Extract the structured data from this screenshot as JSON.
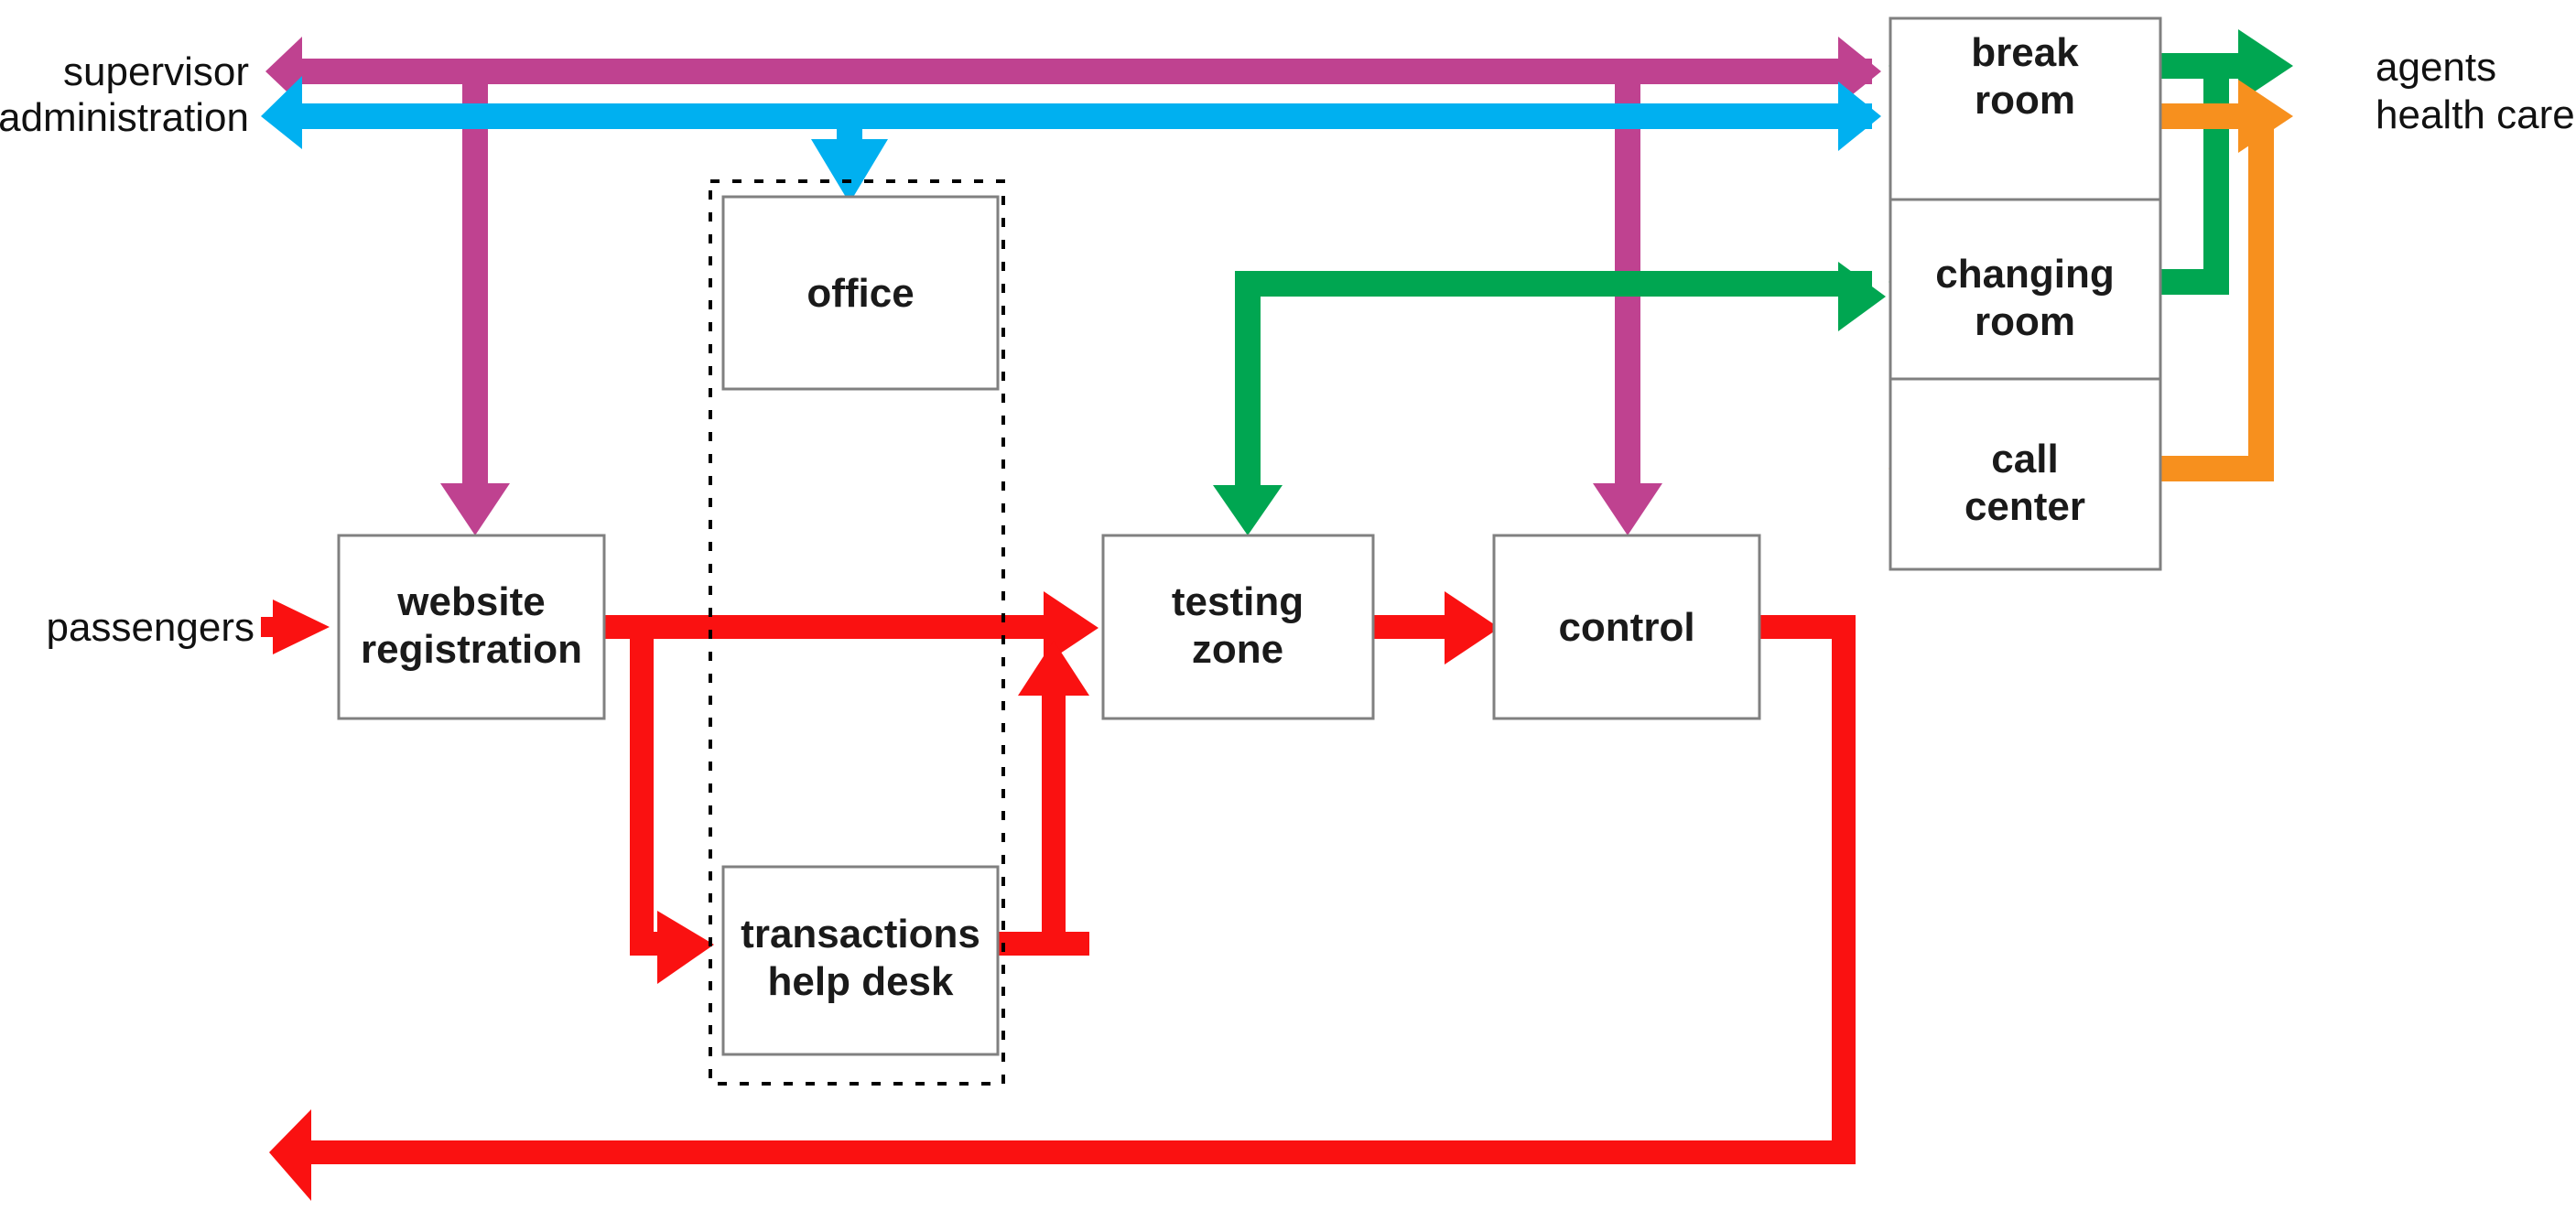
{
  "diagram": {
    "title": "airport passenger testing process flow",
    "background": "#ffffff",
    "colors": {
      "magenta": "#BF4290",
      "blue": "#00B0F0",
      "green": "#00A651",
      "orange": "#F7901E",
      "red": "#FA1111",
      "box_stroke": "#808080",
      "group_stroke": "#000000",
      "text": "#1a1a1a"
    },
    "nodes": [
      {
        "id": "website-registration",
        "label_line1": "website",
        "label_line2": "registration"
      },
      {
        "id": "office",
        "label_line1": "office",
        "label_line2": ""
      },
      {
        "id": "transactions-help-desk",
        "label_line1": "transactions",
        "label_line2": "help desk"
      },
      {
        "id": "testing-zone",
        "label_line1": "testing",
        "label_line2": "zone"
      },
      {
        "id": "control",
        "label_line1": "control",
        "label_line2": ""
      },
      {
        "id": "break-room",
        "label_line1": "break",
        "label_line2": "room"
      },
      {
        "id": "changing-room",
        "label_line1": "changing",
        "label_line2": "room"
      },
      {
        "id": "call-center",
        "label_line1": "call",
        "label_line2": "center"
      }
    ],
    "external_labels": [
      {
        "id": "supervisor",
        "text": "supervisor"
      },
      {
        "id": "administration",
        "text": "administration"
      },
      {
        "id": "passengers",
        "text": "passengers"
      },
      {
        "id": "agents",
        "text": "agents"
      },
      {
        "id": "health-care",
        "text": "health care"
      }
    ],
    "flows": [
      {
        "id": "supervisor-flow",
        "color": "#BF4290",
        "from": "break room / control / website registration",
        "to": "supervisor"
      },
      {
        "id": "administration-flow",
        "color": "#00B0F0",
        "from": "break room",
        "to": "administration / office"
      },
      {
        "id": "passenger-flow",
        "color": "#FA1111",
        "from": "passengers",
        "to": "website registration / transactions help desk / testing zone / control"
      },
      {
        "id": "agents-flow",
        "color": "#00A651",
        "from": "agents",
        "to": "break room / changing room / testing zone"
      },
      {
        "id": "health-care-flow",
        "color": "#F7901E",
        "from": "health care",
        "to": "break room / call center"
      }
    ]
  }
}
